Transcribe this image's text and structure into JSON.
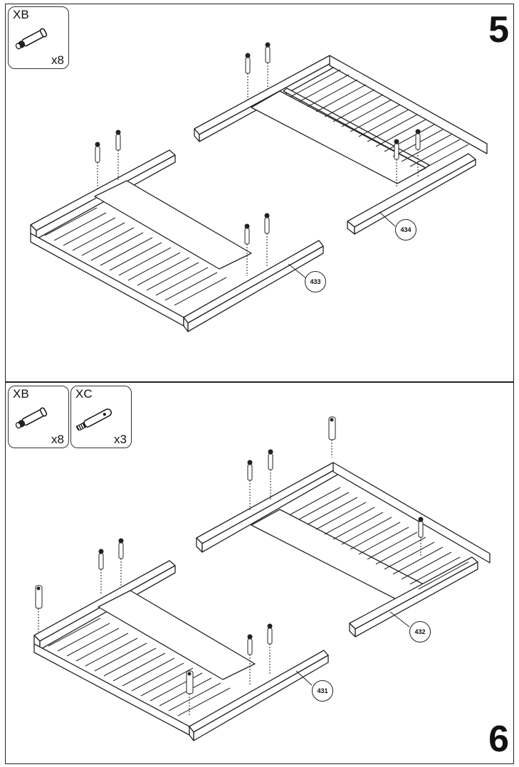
{
  "step5": {
    "number": "5",
    "hardware": [
      {
        "code": "XB",
        "qty": "x8",
        "icon": "dowel-pin-icon"
      }
    ],
    "callouts": [
      "434",
      "433"
    ]
  },
  "step6": {
    "number": "6",
    "hardware": [
      {
        "code": "XB",
        "qty": "x8",
        "icon": "dowel-pin-icon"
      },
      {
        "code": "XC",
        "qty": "x3",
        "icon": "bolt-icon"
      }
    ],
    "callouts": [
      "432",
      "431"
    ]
  }
}
